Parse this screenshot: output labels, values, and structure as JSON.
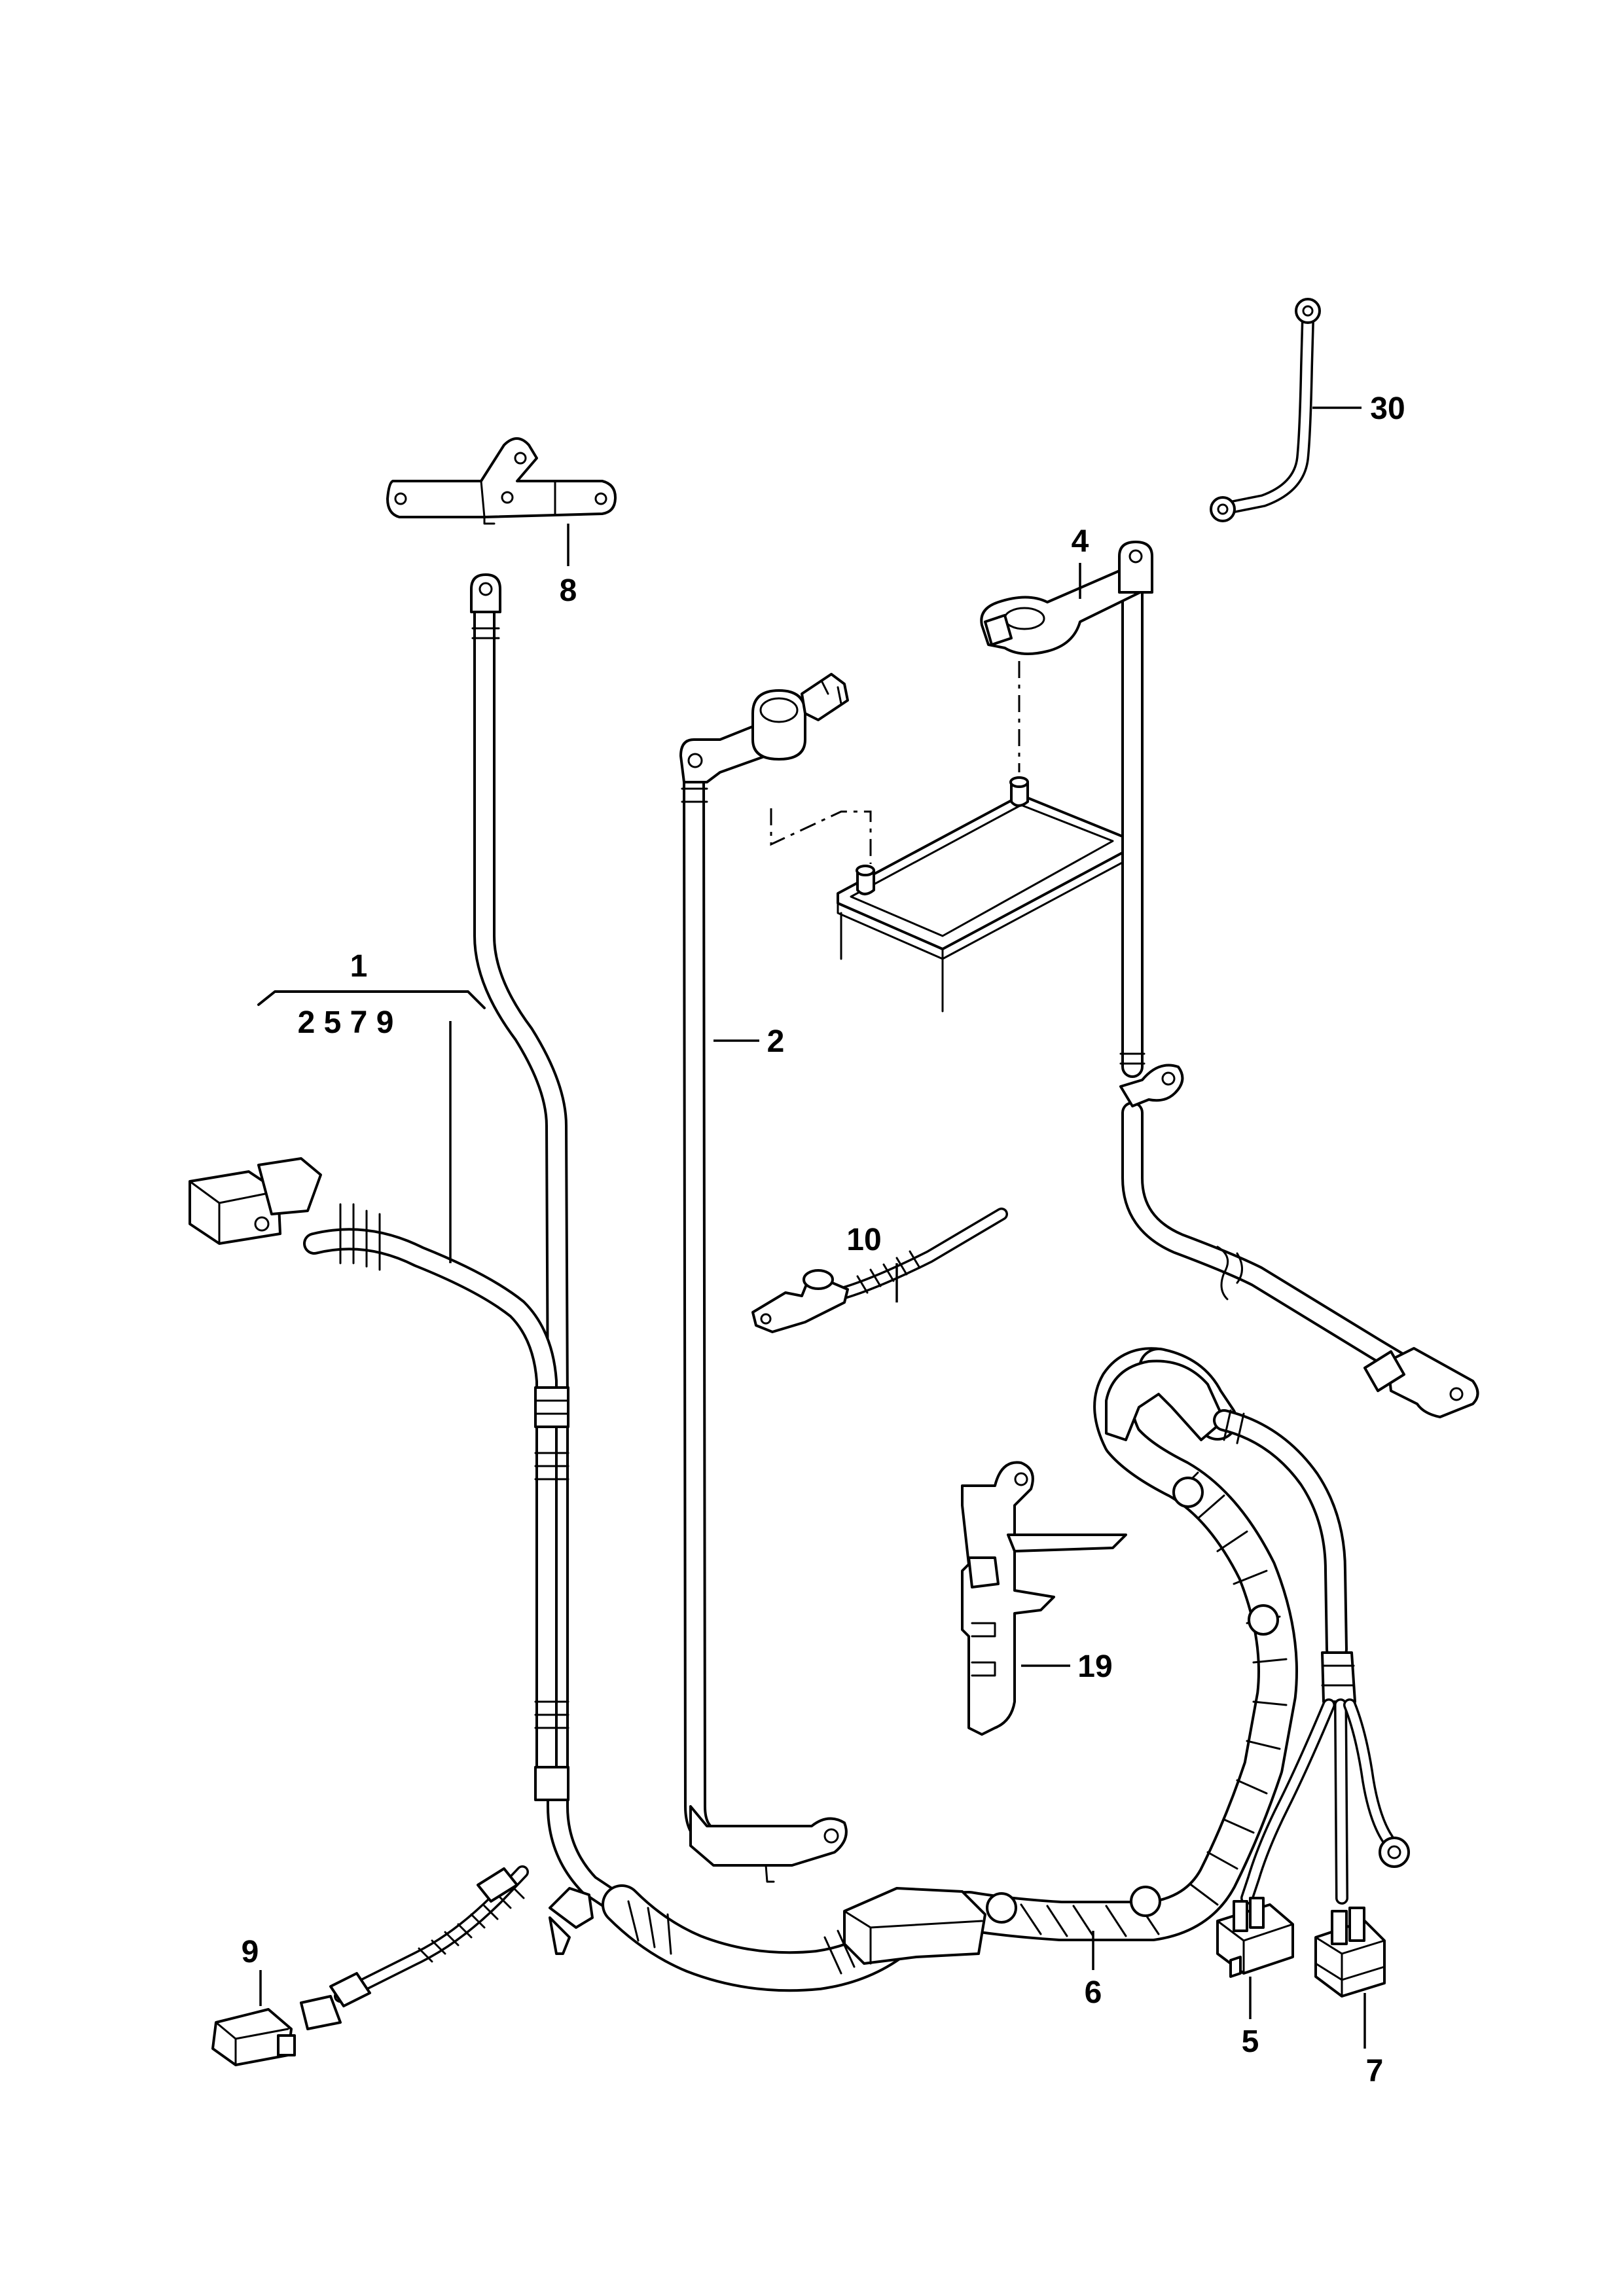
{
  "callouts": {
    "c1": "1",
    "c1_sub": "2 5 7 9",
    "c2": "2",
    "c4": "4",
    "c5": "5",
    "c6": "6",
    "c7": "7",
    "c8": "8",
    "c9": "9",
    "c10": "10",
    "c19": "19",
    "c30": "30"
  }
}
